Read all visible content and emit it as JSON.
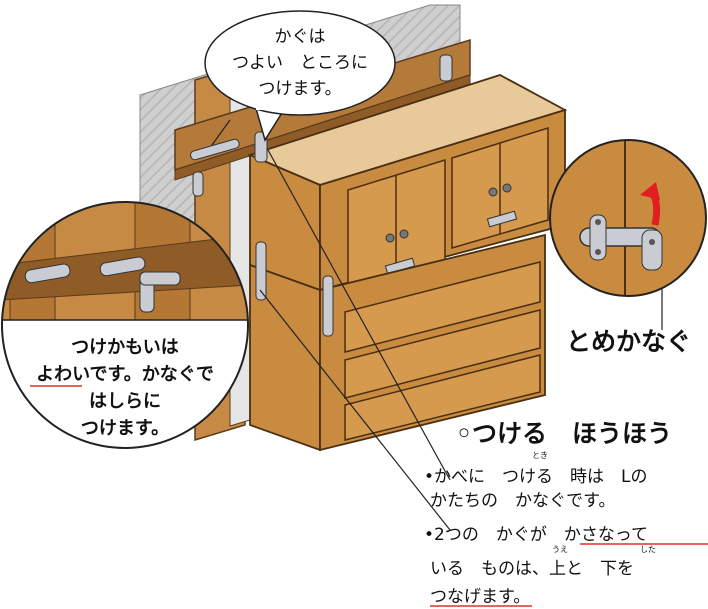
{
  "bubble": {
    "lines": [
      "かぐは",
      "つよい　ところに",
      "つけます。"
    ]
  },
  "left_circle": {
    "lines": [
      "つけかもいは",
      "よわいです。かなぐで",
      "はしらに",
      "つけます。"
    ]
  },
  "right_circle": {
    "label": "とめかなぐ"
  },
  "method": {
    "heading": "◦つける　ほうほう",
    "bullet1_line1": "•かべに　つける　時は　Lの",
    "bullet1_line2": "かたちの　かなぐです。",
    "bullet2_line1": "•2つの　かぐが　かさなって",
    "bullet2_line2": "いる　ものは、上と　下を",
    "bullet2_line3": "つなげます。",
    "ruby_toki": "とき",
    "ruby_ue": "うえ",
    "ruby_shita": "した"
  },
  "colors": {
    "wood": "#c98b3f",
    "wood_top": "#e7c99a",
    "wood_dark": "#a66a2a",
    "beam": "#b07a3c",
    "wall": "#c8c8c8",
    "metal": "#c9ccd2",
    "arrow": "#e02020",
    "underline": "#e0302a"
  }
}
